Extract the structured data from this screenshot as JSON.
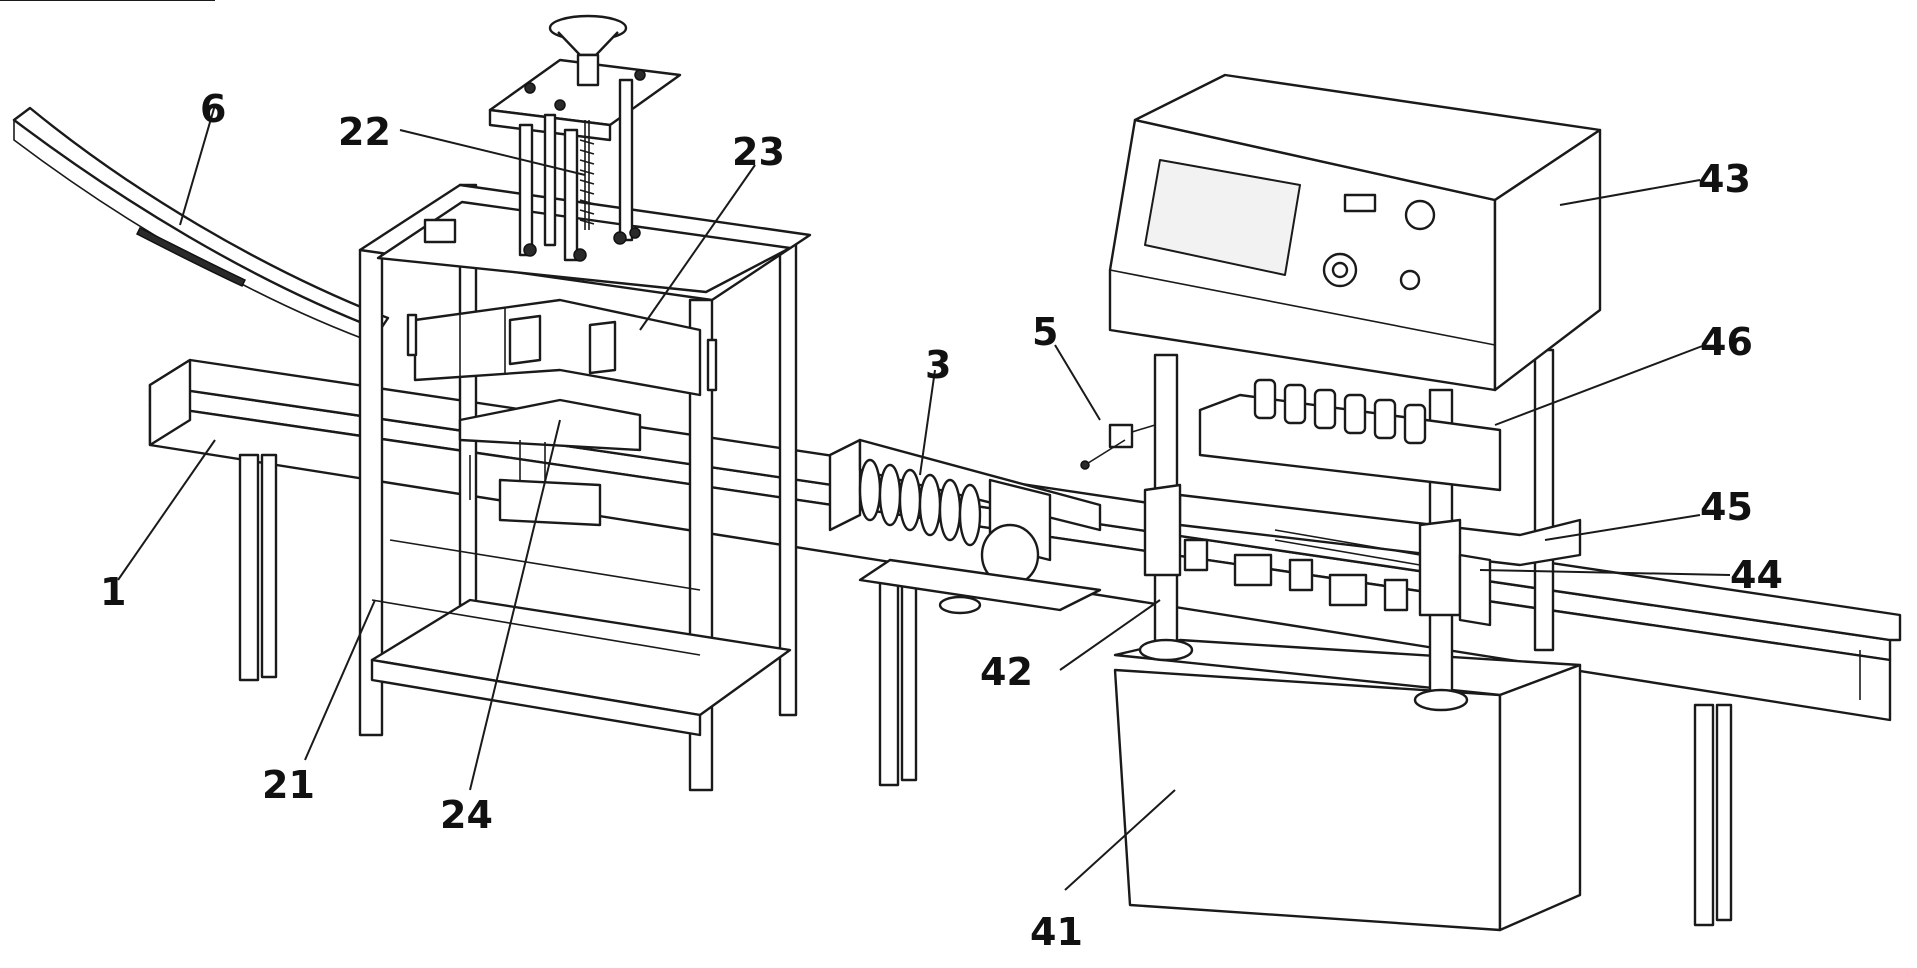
{
  "labels": {
    "l1": "1",
    "l3": "3",
    "l5": "5",
    "l6": "6",
    "l21": "21",
    "l22": "22",
    "l23": "23",
    "l24": "24",
    "l41": "41",
    "l42": "42",
    "l43": "43",
    "l44": "44",
    "l45": "45",
    "l46": "46"
  }
}
